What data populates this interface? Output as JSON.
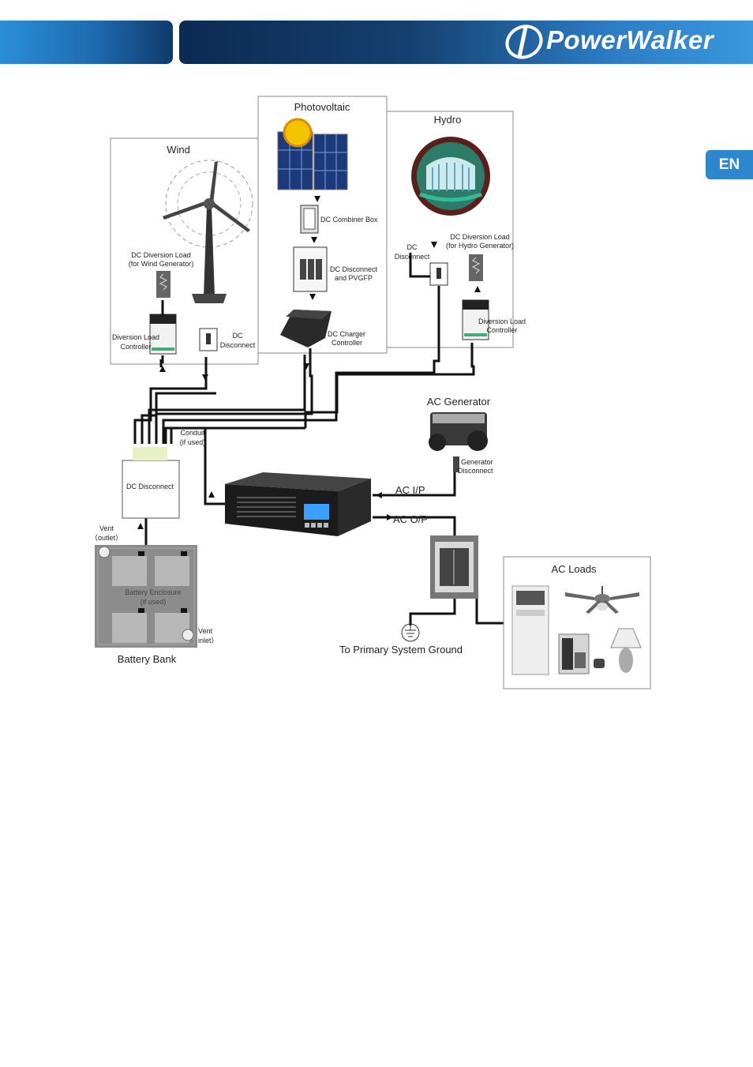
{
  "header": {
    "brand": "PowerWalker",
    "language_tab": "EN"
  },
  "diagram": {
    "sources": {
      "wind": "Wind",
      "photovoltaic": "Photovoltaic",
      "hydro": "Hydro"
    },
    "wind": {
      "diversion_load_l1": "DC Diversion Load",
      "diversion_load_l2": "(for Wind Generator)",
      "controller_l1": "Diversion Load",
      "controller_l2": "Controller",
      "disconnect_l1": "DC",
      "disconnect_l2": "Disconnect"
    },
    "pv": {
      "combiner": "DC Combiner Box",
      "disconnect_l1": "DC Disconnect",
      "disconnect_l2": "and PVGFP",
      "charger_l1": "DC Charger",
      "charger_l2": "Controller"
    },
    "hydro": {
      "disconnect_l1": "DC",
      "disconnect_l2": "Disconnect",
      "diversion_load_l1": "DC Diversion Load",
      "diversion_load_l2": "(for Hydro Generator)",
      "controller_l1": "Diversion Load",
      "controller_l2": "Controller"
    },
    "conduit_l1": "Conduit",
    "conduit_l2": "(if used)",
    "dc_disconnect": "DC Disconnect",
    "vent_outlet_l1": "Vent",
    "vent_outlet_l2": "（outlet）",
    "battery_enclosure_l1": "Battery Enclosure",
    "battery_enclosure_l2": "(if used)",
    "vent_inlet_l1": "Vent",
    "vent_inlet_l2": "inlet）",
    "battery_bank": "Battery Bank",
    "ac_generator": "AC Generator",
    "generator_disconnect_l1": "Generator",
    "generator_disconnect_l2": "Disconnect",
    "ac_ip": "AC I/P",
    "ac_op": "AC O/P",
    "ground": "To Primary System Ground",
    "ac_loads": "AC Loads"
  }
}
